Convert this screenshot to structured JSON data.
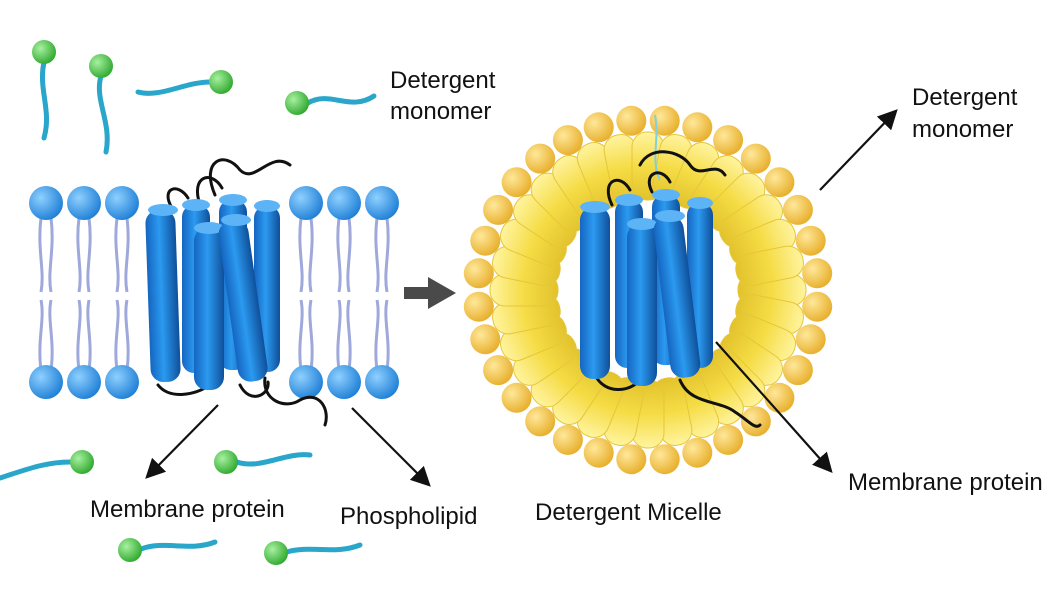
{
  "labels": {
    "detergent_monomer_left_line1": "Detergent",
    "detergent_monomer_left_line2": "monomer",
    "detergent_monomer_right_line1": "Detergent",
    "detergent_monomer_right_line2": "monomer",
    "membrane_protein_left": "Membrane protein",
    "phospholipid": "Phospholipid",
    "detergent_micelle": "Detergent Micelle",
    "membrane_protein_right": "Membrane protein"
  },
  "colors": {
    "protein_blue": "#1e88e5",
    "protein_dark": "#1259a8",
    "lipid_head": "#42a5f5",
    "lipid_tail": "#9fa8da",
    "detergent_head": "#43c443",
    "detergent_tail": "#29a6c9",
    "micelle_head": "#f6c94a",
    "micelle_tail": "#f5dd4f",
    "arrow": "#111111",
    "process_arrow": "#4a4a4a"
  }
}
